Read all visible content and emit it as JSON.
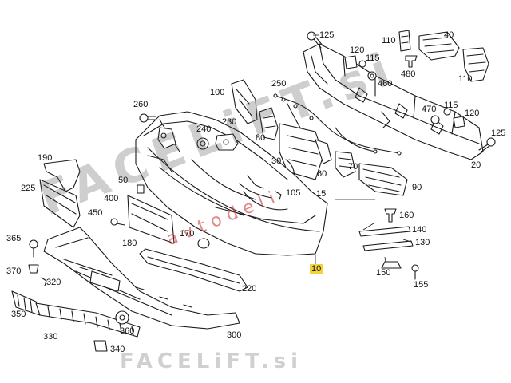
{
  "labels": {
    "l125a": "125",
    "l120a": "120",
    "l115a": "115",
    "l110a": "110",
    "l40": "40",
    "l480": "480",
    "l460": "460",
    "l110b": "110",
    "l100": "100",
    "l250": "250",
    "l260": "260",
    "l470": "470",
    "l115b": "115",
    "l120b": "120",
    "l125b": "125",
    "l240": "240",
    "l230": "230",
    "l80": "80",
    "l30": "30",
    "l60": "60",
    "l70": "70",
    "l90": "90",
    "l20": "20",
    "l190": "190",
    "l225": "225",
    "l50": "50",
    "l400": "400",
    "l105": "105",
    "l15": "15",
    "l450": "450",
    "l170": "170",
    "l160": "160",
    "l140": "140",
    "l130": "130",
    "l365": "365",
    "l180": "180",
    "l10": "10",
    "l370": "370",
    "l320": "320",
    "l150": "150",
    "l155": "155",
    "l220": "220",
    "l350": "350",
    "l360": "360",
    "l330": "330",
    "l300": "300",
    "l340": "340"
  },
  "watermarks": {
    "diagonal": "FACELiFT.si",
    "red": "avtodeli",
    "bottom": "FACELiFT.si"
  },
  "colors": {
    "highlight": "#f5d23a",
    "red_watermark": "#c82828"
  },
  "highlighted_part": "10"
}
